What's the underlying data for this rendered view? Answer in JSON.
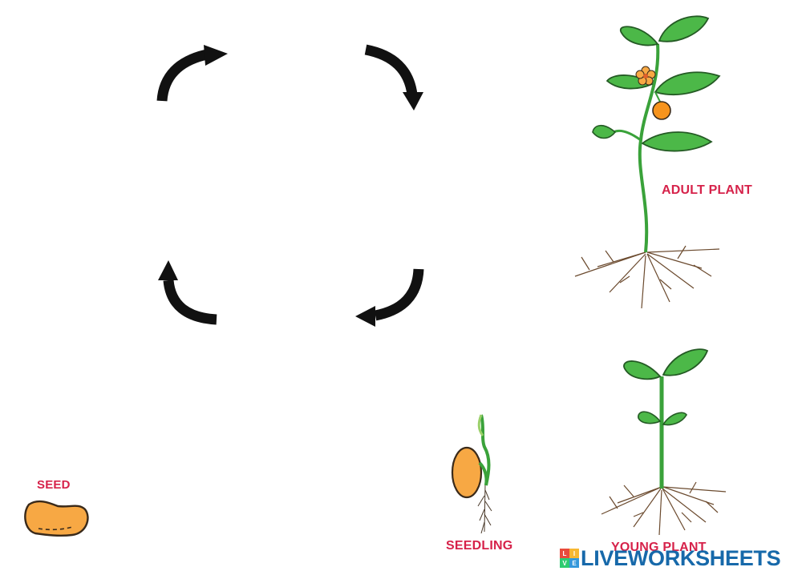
{
  "labels": {
    "seed": "SEED",
    "seedling": "SEEDLING",
    "young_plant": "YOUNG PLANT",
    "adult_plant": "ADULT PLANT"
  },
  "watermark": {
    "logo_letters": [
      "L",
      "I",
      "V",
      "E"
    ],
    "text": "LIVEWORKSHEETS"
  },
  "colors": {
    "label": "#d6224a",
    "arrow": "#111111",
    "leaf": "#4cb848",
    "stem": "#3aa23a",
    "seed": "#f7a844",
    "root": "#6b4a2e",
    "brand": "#1769aa"
  },
  "icons": {
    "arrows": [
      "curved-arrow-top-left",
      "curved-arrow-top-right",
      "curved-arrow-bottom-right",
      "curved-arrow-bottom-left"
    ]
  }
}
